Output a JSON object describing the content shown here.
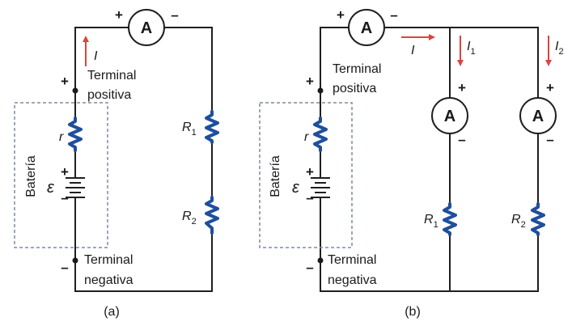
{
  "ammeter_symbol": "A",
  "plus_sign": "+",
  "minus_sign": "–",
  "current_label": "I",
  "resistor_r_label": "r",
  "emf_label": "ε",
  "r_letter": "R",
  "sub_1": "1",
  "sub_2": "2",
  "battery_label": "Batería",
  "terminal_word": "Terminal",
  "positive_word": "positiva",
  "negative_word": "negativa",
  "caption_a": "(a)",
  "caption_b": "(b)",
  "colors": {
    "wire": "#1f1f1f",
    "resistor": "#1f4f9c",
    "current_arrow": "#d9453f",
    "battery_box": "#7f8aa0"
  }
}
